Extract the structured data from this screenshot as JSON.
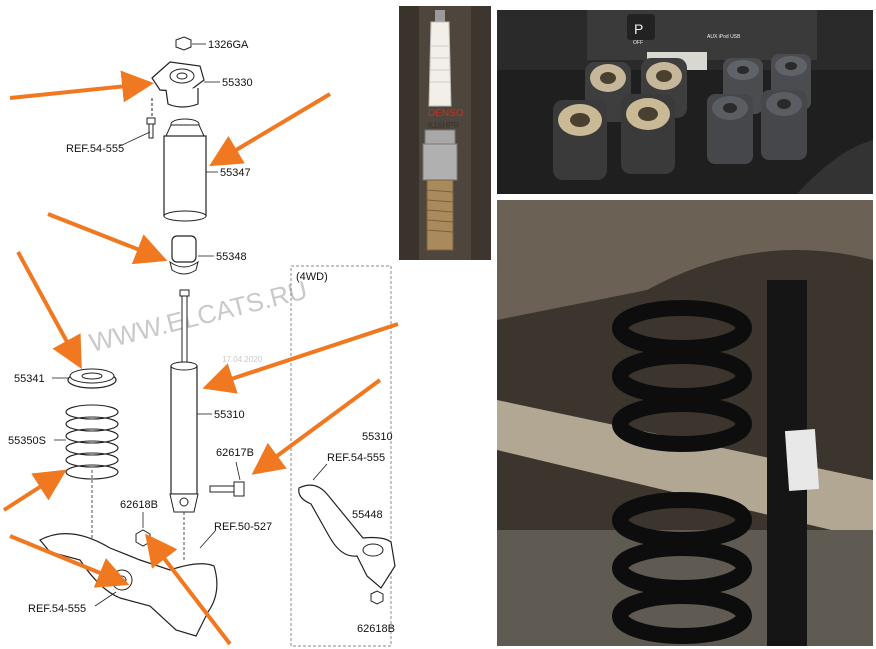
{
  "diagram": {
    "part_labels": {
      "p1326GA": "1326GA",
      "p55330": "55330",
      "ref54555_top": "REF.54-555",
      "p55347": "55347",
      "p55348": "55348",
      "p55341": "55341",
      "p55350S": "55350S",
      "p55310_left": "55310",
      "p62617B": "62617B",
      "p62618B_left": "62618B",
      "ref50527": "REF.50-527",
      "ref54555_bottom": "REF.54-555",
      "box_title": "(4WD)",
      "ref54555_4wd": "REF.54-555",
      "p55310_right": "55310",
      "p55448": "55448",
      "p62618B_right": "62618B"
    },
    "watermark": "WWW.ELCATS.RU",
    "watermark_date": "17.04.2020",
    "arrow_color": "#f07820"
  },
  "photos": {
    "spark_plug_text": "DENSO",
    "spark_plug_code": "K16HPR",
    "console_labels": {
      "switch": "OFF",
      "ports": "AUX  iPod  USB"
    }
  }
}
